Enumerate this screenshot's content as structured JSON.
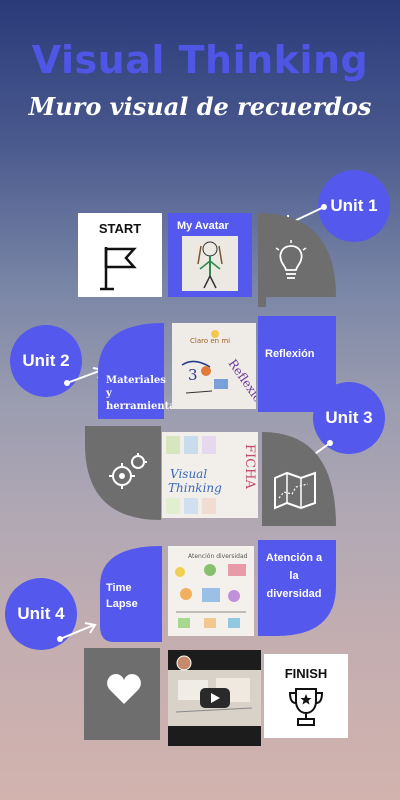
{
  "header": {
    "title": "Visual Thinking",
    "subtitle": "Muro visual de recuerdos"
  },
  "units": {
    "u1": "Unit 1",
    "u2": "Unit 2",
    "u3": "Unit 3",
    "u4": "Unit 4"
  },
  "tiles": {
    "start": "START",
    "avatar": "My Avatar",
    "reflexion": "Reflexión",
    "materiales": "Materiales y herramientas",
    "timelapse": "Time Lapse",
    "atencion": "Atención a la diversidad",
    "finish": "FINISH"
  },
  "colors": {
    "accent": "#5458ec",
    "tile_gray": "#6e6e6e",
    "title_blue": "#4f56e6"
  },
  "icons": [
    "start-flag-icon",
    "lightbulb-icon",
    "gears-icon",
    "map-icon",
    "heart-icon",
    "trophy-icon",
    "play-icon"
  ]
}
